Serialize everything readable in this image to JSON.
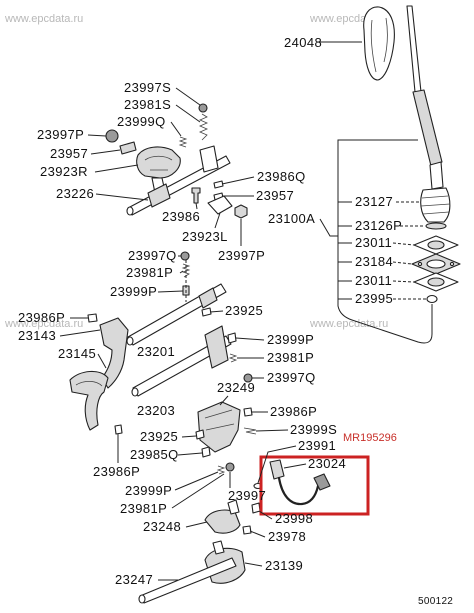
{
  "watermark": "www.epcdata.ru",
  "highlight_part_number": "MR195296",
  "diagram_code": "500122",
  "labels": [
    "24048",
    "23997S",
    "23981S",
    "23999Q",
    "23997P",
    "23957",
    "23923R",
    "23226",
    "23986Q",
    "23957",
    "23127",
    "23986",
    "23100A",
    "23126P",
    "23923L",
    "23011",
    "23997Q",
    "23997P",
    "23184",
    "23981P",
    "23011",
    "23999P",
    "23995",
    "23925",
    "23986P",
    "23143",
    "23999P",
    "23201",
    "23145",
    "23981P",
    "23997Q",
    "23249",
    "23203",
    "23986P",
    "23999S",
    "23925",
    "23991",
    "23985Q",
    "23024",
    "23986P",
    "23999P",
    "23997",
    "23981P",
    "23998",
    "23248",
    "23978",
    "23139",
    "23247"
  ]
}
